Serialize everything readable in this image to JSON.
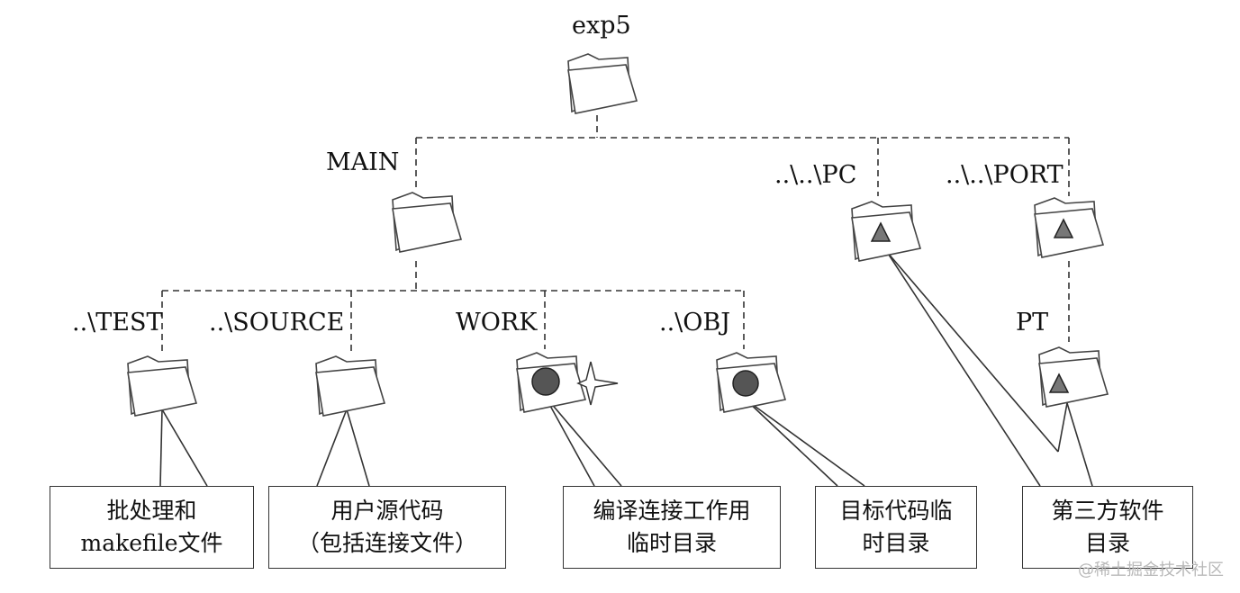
{
  "nodes": {
    "root": "exp5",
    "main": "MAIN",
    "pc": "..\\..\\PC",
    "port": "..\\..\\PORT",
    "pt": "PT",
    "test": "..\\TEST",
    "source": "..\\SOURCE",
    "work": "WORK",
    "obj": "..\\OBJ"
  },
  "notes": {
    "batch": [
      "批处理和",
      "makefile文件"
    ],
    "source": [
      "用户源代码",
      "（包括连接文件）"
    ],
    "work": [
      "编译连接工作用",
      "临时目录"
    ],
    "obj": [
      "目标代码临",
      "时目录"
    ],
    "thirdparty": [
      "第三方软件",
      "目录"
    ]
  },
  "markers": {
    "circle_color": "#555555",
    "triangle_color": "#777777",
    "star_color": "#ffffff"
  },
  "watermark": "@稀土掘金技术社区"
}
